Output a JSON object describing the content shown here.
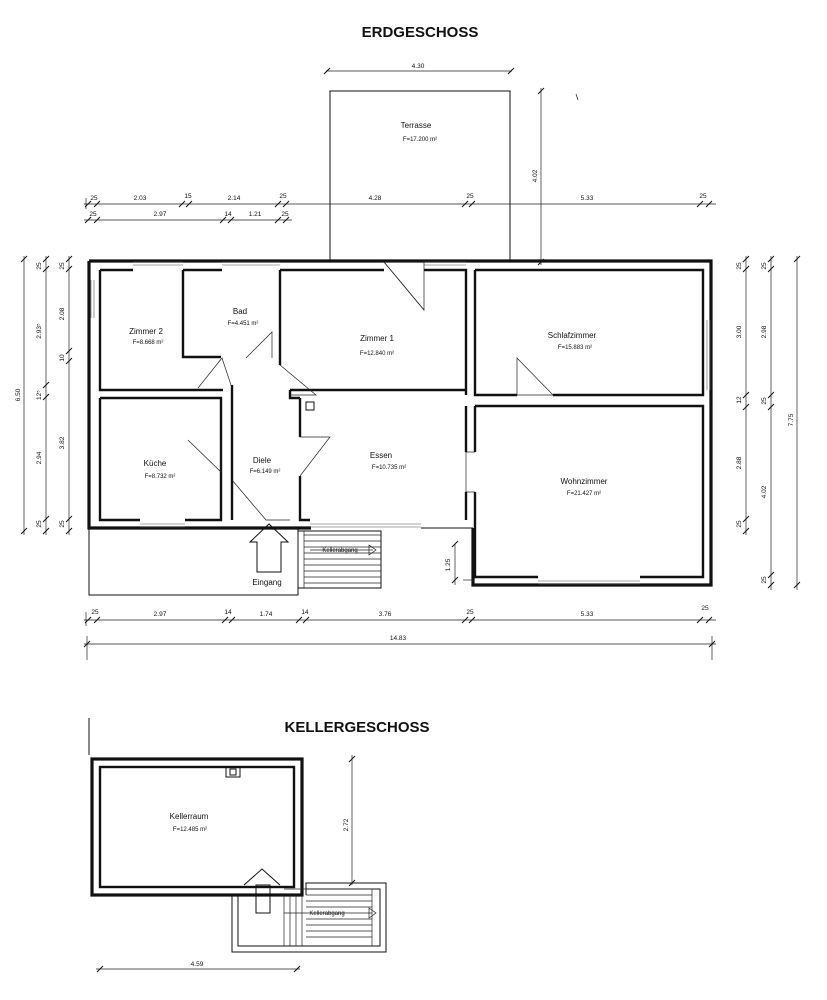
{
  "titles": {
    "ground": "ERDGESCHOSS",
    "basement": "KELLERGESCHOSS"
  },
  "rooms": {
    "terrasse": {
      "name": "Terrasse",
      "area": "F=17.200 m²"
    },
    "zimmer2": {
      "name": "Zimmer 2",
      "area": "F=8.668 m²"
    },
    "bad": {
      "name": "Bad",
      "area": "F=4.451 m²"
    },
    "zimmer1": {
      "name": "Zimmer 1",
      "area": "F=12.840 m²"
    },
    "schlafzimmer": {
      "name": "Schlafzimmer",
      "area": "F=15.883 m²"
    },
    "kueche": {
      "name": "Küche",
      "area": "F=8.732 m²"
    },
    "diele": {
      "name": "Diele",
      "area": "F=6.149 m²"
    },
    "essen": {
      "name": "Essen",
      "area": "F=10.735 m²"
    },
    "wohnzimmer": {
      "name": "Wohnzimmer",
      "area": "F=21.427 m²"
    },
    "kellerraum": {
      "name": "Kellerraum",
      "area": "F=12.485 m²"
    }
  },
  "labels": {
    "eingang": "Eingang",
    "kellerabgang": "Kellerabgang"
  },
  "dimensions": {
    "terrace_width": "4.30",
    "terrace_depth": "4.02",
    "top_row1": [
      "25",
      "2.03",
      "15",
      "2.14",
      "25",
      "4.28",
      "25",
      "5.33",
      "25"
    ],
    "top_row2": [
      "25",
      "2.97",
      "14",
      "1.21",
      "25"
    ],
    "bottom_row": [
      "25",
      "2.97",
      "14",
      "1.74",
      "14",
      "3.76",
      "25",
      "5.33",
      "25"
    ],
    "total_width": "14.83",
    "left_outer": "6.50",
    "left_mid": [
      "25",
      "2.93⁵",
      "12⁵",
      "2.94",
      "25"
    ],
    "left_inner": [
      "25",
      "2.08",
      "10",
      "3.82",
      "25"
    ],
    "right_inner": [
      "25",
      "3.00",
      "12",
      "2.88",
      "25"
    ],
    "right_mid": [
      "25",
      "2.98",
      "25",
      "4.02",
      "25"
    ],
    "right_outer": "7.75",
    "entry_step": "1.25",
    "basement_height": "2.72",
    "basement_width": "4.59"
  }
}
